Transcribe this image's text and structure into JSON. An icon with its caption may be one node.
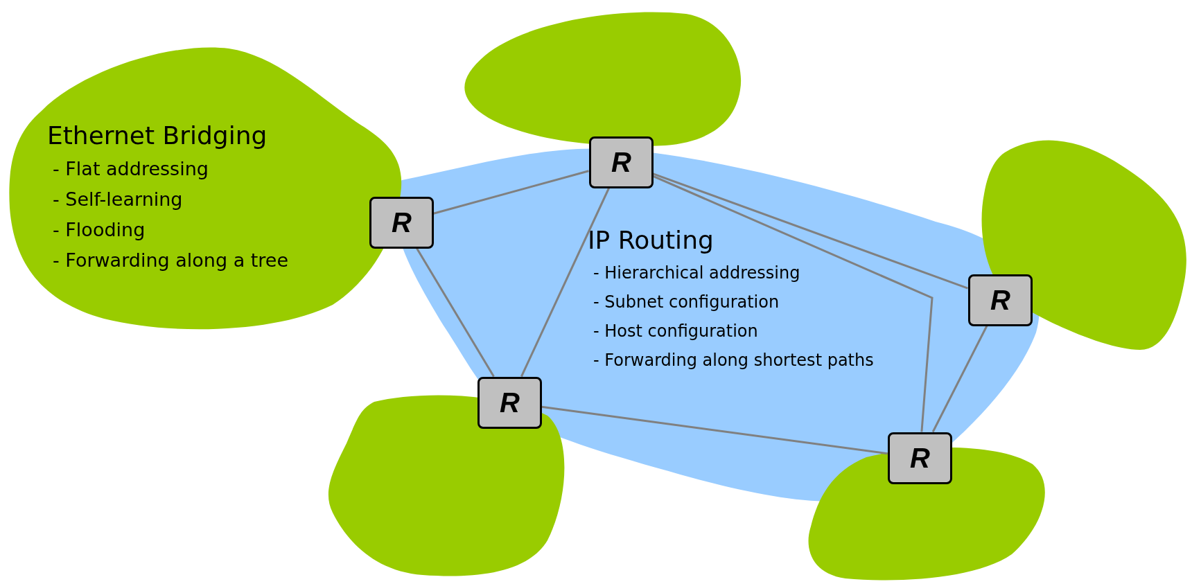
{
  "diagram": {
    "nodes": [
      {
        "text": [
          "Ethernet Bridging",
          "- Flat addressing",
          "- Self-learning",
          "- Flooding",
          "- Forwarding along a tree"
        ]
      },
      {
        "text": [],
        "shape": "cloud"
      },
      {
        "text": [],
        "shape": "cloud"
      },
      {
        "text": [],
        "shape": "cloud"
      },
      {
        "text": [],
        "shape": "cloud"
      },
      {
        "text": [
          "IP Routing",
          "- Hierarchical addressing",
          "- Subnet configuration",
          "- Host configuration",
          "- Forwarding along shortest paths"
        ]
      },
      {
        "text": [
          "R"
        ],
        "in": 5
      },
      {
        "text": [
          "R"
        ],
        "in": 5
      },
      {
        "text": [
          "R"
        ],
        "in": 5
      },
      {
        "text": [
          "R"
        ],
        "in": 5
      },
      {
        "text": [
          "R"
        ],
        "in": 5
      }
    ],
    "edges": [
      {
        "from": 6,
        "to": 7,
        "arrow": "none"
      },
      {
        "from": 6,
        "to": 9,
        "arrow": "none"
      },
      {
        "from": 7,
        "to": 9,
        "arrow": "none"
      },
      {
        "from": 7,
        "to": 8,
        "arrow": "none"
      },
      {
        "from": 7,
        "to": 10,
        "arrow": "none"
      },
      {
        "from": 8,
        "to": 10,
        "arrow": "none"
      },
      {
        "from": 9,
        "to": 10,
        "arrow": "none"
      }
    ]
  }
}
